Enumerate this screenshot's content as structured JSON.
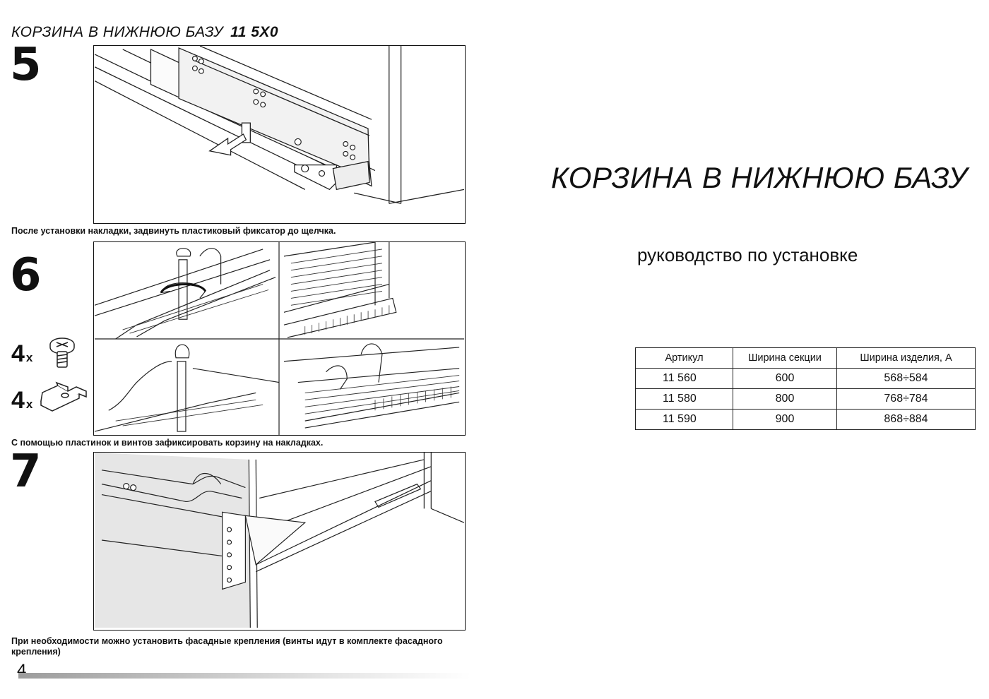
{
  "header": {
    "title": "КОРЗИНА В НИЖНЮЮ БАЗУ",
    "code": "11 5Х0"
  },
  "steps": [
    {
      "number": "5",
      "caption": "После установки накладки, задвинуть пластиковый фиксатор до щелчка."
    },
    {
      "number": "6",
      "caption": "С помощью пластинок  и винтов зафиксировать корзину на накладках.",
      "parts": [
        {
          "count": "4",
          "mark": "x",
          "icon": "screw-icon"
        },
        {
          "count": "4",
          "mark": "x",
          "icon": "mounting-plate-icon"
        }
      ]
    },
    {
      "number": "7",
      "caption": "При необходимости можно установить фасадные крепления (винты идут в комплекте фасадного крепления)"
    }
  ],
  "page_number": "4",
  "cover": {
    "title": "КОРЗИНА В НИЖНЮЮ БАЗУ",
    "subtitle": "руководство по установке"
  },
  "spec_table": {
    "headers": [
      "Артикул",
      "Ширина секции",
      "Ширина изделия, А"
    ],
    "rows": [
      [
        "11 560",
        "600",
        "568÷584"
      ],
      [
        "11 580",
        "800",
        "768÷784"
      ],
      [
        "11 590",
        "900",
        "868÷884"
      ]
    ]
  }
}
